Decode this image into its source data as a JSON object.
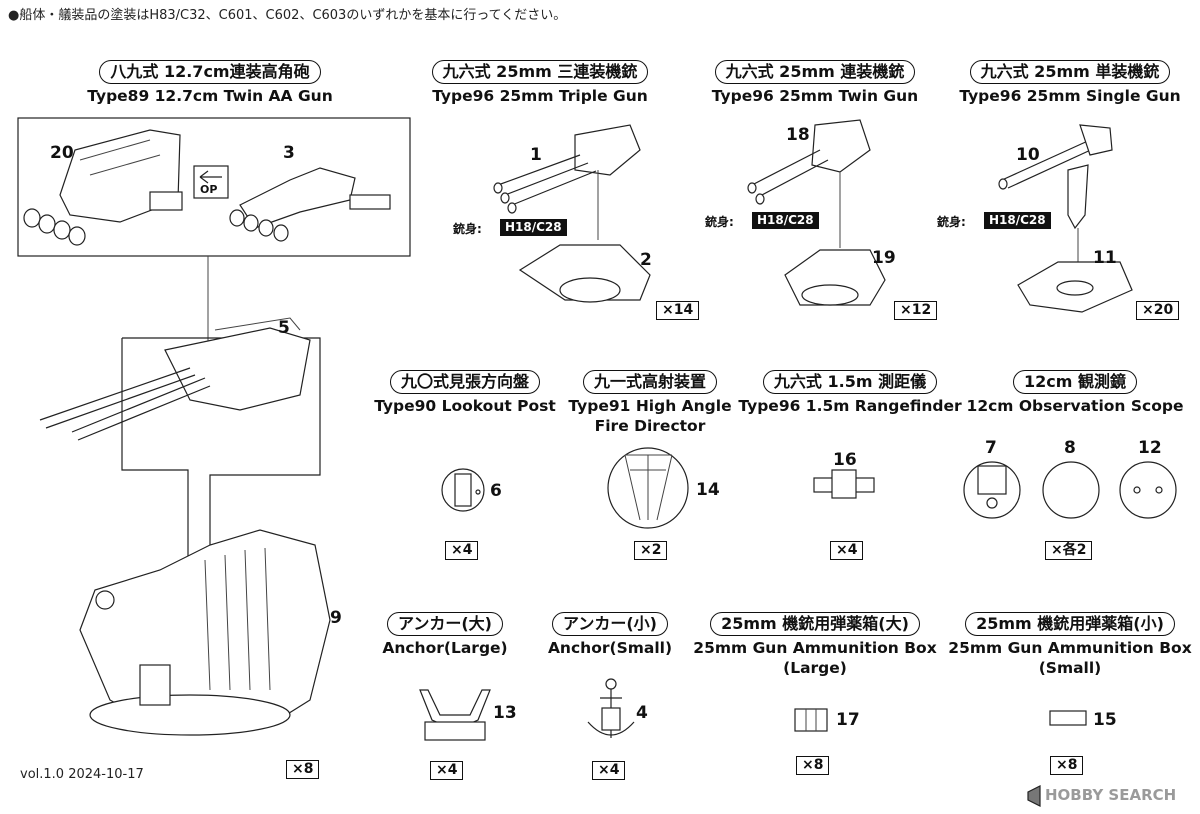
{
  "note": "●船体・艤装品の塗装はH83/C32、C601、C602、C603のいずれかを基本に行ってください。",
  "sections": {
    "type89": {
      "jp": "八九式 12.7cm連装高角砲",
      "en": "Type89 12.7cm Twin AA Gun",
      "qty": "×8"
    },
    "type96_triple": {
      "jp": "九六式 25mm 三連装機銃",
      "en": "Type96 25mm Triple Gun",
      "qty": "×14"
    },
    "type96_twin": {
      "jp": "九六式 25mm 連装機銃",
      "en": "Type96 25mm Twin Gun",
      "qty": "×12"
    },
    "type96_single": {
      "jp": "九六式 25mm 単装機銃",
      "en": "Type96 25mm Single Gun",
      "qty": "×20"
    },
    "type90": {
      "jp": "九〇式見張方向盤",
      "en": "Type90 Lookout Post",
      "qty": "×4"
    },
    "type91": {
      "jp": "九一式高射装置",
      "en_line1": "Type91 High Angle",
      "en_line2": "Fire Director",
      "qty": "×2"
    },
    "rangefinder": {
      "jp": "九六式 1.5m 測距儀",
      "en": "Type96 1.5m Rangefinder",
      "qty": "×4"
    },
    "scope": {
      "jp": "12cm 観測鏡",
      "en": "12cm Observation Scope",
      "qty": "×各2"
    },
    "anchor_large": {
      "jp": "アンカー(大)",
      "en": "Anchor(Large)",
      "qty": "×4"
    },
    "anchor_small": {
      "jp": "アンカー(小)",
      "en": "Anchor(Small)",
      "qty": "×4"
    },
    "ammo_large": {
      "jp": "25mm 機銃用弾薬箱(大)",
      "en_line1": "25mm Gun Ammunition Box",
      "en_line2": "(Large)",
      "qty": "×8"
    },
    "ammo_small": {
      "jp": "25mm 機銃用弾薬箱(小)",
      "en_line1": "25mm Gun Ammunition Box",
      "en_line2": "(Small)",
      "qty": "×8"
    }
  },
  "part_numbers": {
    "p20": "20",
    "p3": "3",
    "p5": "5",
    "p9": "9",
    "p1": "1",
    "p2": "2",
    "p18": "18",
    "p19": "19",
    "p10": "10",
    "p11": "11",
    "p6": "6",
    "p14": "14",
    "p16": "16",
    "p7": "7",
    "p8": "8",
    "p12": "12",
    "p13": "13",
    "p4": "4",
    "p17": "17",
    "p15": "15"
  },
  "paint": {
    "label": "銃身:",
    "code": "H18/C28"
  },
  "op_label": "OP",
  "version": "vol.1.0 2024-10-17",
  "watermark": "HOBBY SEARCH",
  "icons": [
    "op-option-icon",
    "hobbysearch-logo-icon"
  ]
}
